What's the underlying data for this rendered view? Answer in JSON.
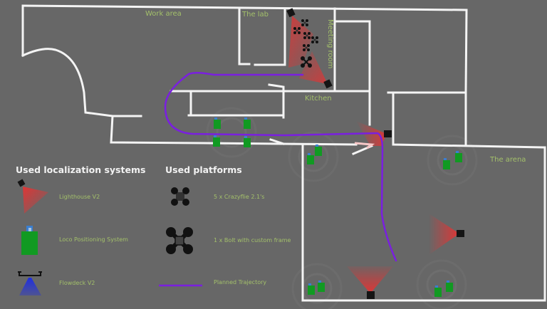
{
  "rooms": {
    "work_area": "Work area",
    "the_lab": "The lab",
    "meeting_room": "Meeting room",
    "kitchen": "Kitchen",
    "the_arena": "The arena"
  },
  "legend": {
    "localization": {
      "heading": "Used localization systems",
      "items": [
        {
          "icon": "lighthouse-icon",
          "label": "Lighthouse V2"
        },
        {
          "icon": "loco-anchor-icon",
          "label": "Loco Positioning System"
        },
        {
          "icon": "flowdeck-icon",
          "label": "Flowdeck V2"
        }
      ]
    },
    "platforms": {
      "heading": "Used platforms",
      "items": [
        {
          "icon": "crazyflie-drone-icon",
          "label": "5 x Crazyflie 2.1's"
        },
        {
          "icon": "bolt-drone-icon",
          "label": "1 x Bolt with custom frame"
        },
        {
          "icon": "trajectory-line-icon",
          "label": "Planned Trajectory"
        }
      ]
    }
  },
  "colors": {
    "background": "#676767",
    "walls": "#f4f4f4",
    "room_label": "#a3c06a",
    "trajectory": "#7a1fe0",
    "lighthouse_beam": "#e03030",
    "loco_anchor": "#119a22",
    "loco_cap": "#3a7fd0",
    "flowdeck_beam": "#2233dd"
  }
}
